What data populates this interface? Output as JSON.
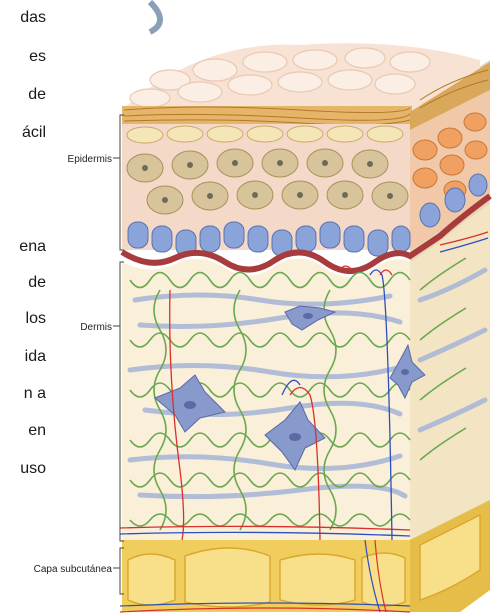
{
  "body_text_fragments": [
    "das",
    "es",
    "de",
    "ácil",
    "ena",
    "de",
    "los",
    "ida",
    "n a",
    "en",
    "uso"
  ],
  "labels": {
    "epidermis": "Epidermis",
    "dermis": "Dermis",
    "subcutaneous": "Capa subcutánea"
  },
  "colors": {
    "surface_cells": "#f7e2d4",
    "keratin": "#d9a85a",
    "basal_cells": "#8aa3d8",
    "spinous_cells": "#d8c49a",
    "orange_cells": "#f0a060",
    "basement_membrane": "#b04a4a",
    "dermis_fill": "#faefd9",
    "collagen_green": "#6aa84f",
    "fibroblast": "#8899cc",
    "subcutaneous_fat": "#f0cd5c",
    "artery": "#d9302c",
    "vein": "#2f4fbf"
  }
}
